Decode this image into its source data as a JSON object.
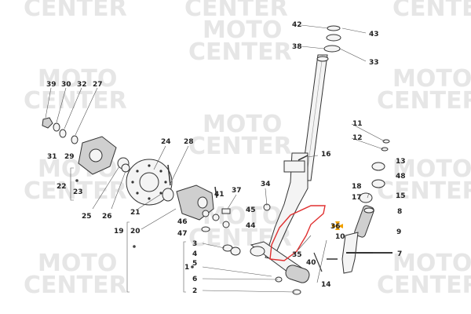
{
  "watermark": {
    "line1": "MOTO",
    "line2": "CENTER"
  },
  "callouts": [
    {
      "id": "42",
      "text": "42"
    },
    {
      "id": "43",
      "text": "43"
    },
    {
      "id": "38",
      "text": "38"
    },
    {
      "id": "33",
      "text": "33"
    },
    {
      "id": "39",
      "text": "39"
    },
    {
      "id": "30",
      "text": "30"
    },
    {
      "id": "32",
      "text": "32"
    },
    {
      "id": "27",
      "text": "27"
    },
    {
      "id": "31",
      "text": "31"
    },
    {
      "id": "29",
      "text": "29"
    },
    {
      "id": "22",
      "text": "22"
    },
    {
      "id": "23",
      "text": "23"
    },
    {
      "id": "25",
      "text": "25"
    },
    {
      "id": "26",
      "text": "26"
    },
    {
      "id": "24",
      "text": "24"
    },
    {
      "id": "28",
      "text": "28"
    },
    {
      "id": "21",
      "text": "21"
    },
    {
      "id": "20",
      "text": "20"
    },
    {
      "id": "19",
      "text": "19"
    },
    {
      "id": "41",
      "text": "41"
    },
    {
      "id": "37",
      "text": "37"
    },
    {
      "id": "34",
      "text": "34"
    },
    {
      "id": "46",
      "text": "46"
    },
    {
      "id": "45",
      "text": "45"
    },
    {
      "id": "47",
      "text": "47"
    },
    {
      "id": "44",
      "text": "44"
    },
    {
      "id": "16",
      "text": "16"
    },
    {
      "id": "11",
      "text": "11"
    },
    {
      "id": "12",
      "text": "12"
    },
    {
      "id": "13",
      "text": "13"
    },
    {
      "id": "48",
      "text": "48"
    },
    {
      "id": "18",
      "text": "18"
    },
    {
      "id": "17",
      "text": "17"
    },
    {
      "id": "15",
      "text": "15"
    },
    {
      "id": "8",
      "text": "8"
    },
    {
      "id": "36",
      "text": "36"
    },
    {
      "id": "9",
      "text": "9"
    },
    {
      "id": "10",
      "text": "10"
    },
    {
      "id": "35",
      "text": "35"
    },
    {
      "id": "40",
      "text": "40"
    },
    {
      "id": "7",
      "text": "7"
    },
    {
      "id": "14",
      "text": "14"
    },
    {
      "id": "3",
      "text": "3"
    },
    {
      "id": "4",
      "text": "4"
    },
    {
      "id": "5",
      "text": "5"
    },
    {
      "id": "1",
      "text": "1"
    },
    {
      "id": "6",
      "text": "6"
    },
    {
      "id": "2",
      "text": "2"
    }
  ],
  "highlight": {
    "part": "36",
    "color": "#e03030",
    "marker_color": "#f0a000"
  }
}
